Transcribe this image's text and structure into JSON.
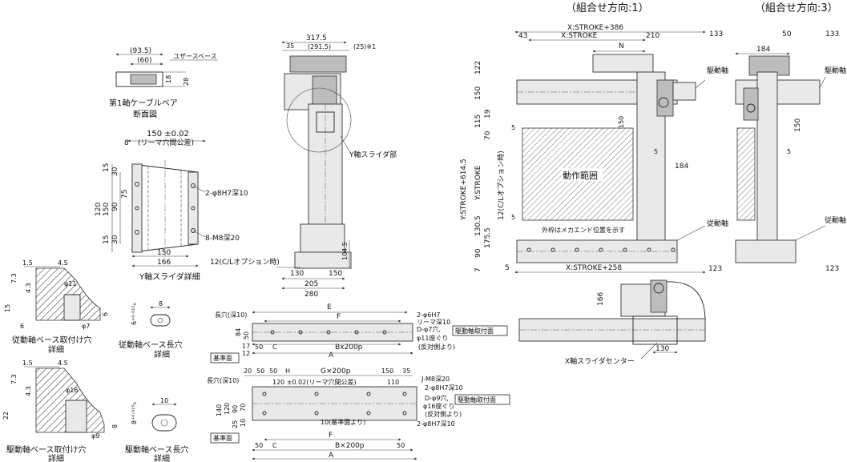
{
  "headers": {
    "dir1": "（組合せ方向:1）",
    "dir3": "（組合せ方向:3）"
  },
  "cable_bear": {
    "dim_935": "(93.5)",
    "dim_60": "(60)",
    "user_space": "ユザースペース",
    "dim_18": "18",
    "dim_28": "28",
    "title1": "第1軸ケーブルベア",
    "title2": "断面図"
  },
  "y_slider": {
    "dim_150": "150 ±0.02",
    "reamer": "(リーマ穴間公差)",
    "dim_8": "8",
    "dim_15a": "15",
    "dim_30a": "30",
    "dim_75": "75",
    "dim_120": "120",
    "dim_90": "90",
    "dim_150v": "150",
    "dim_15b": "15",
    "dim_30b": "30",
    "hole1": "2-φ8H7深10",
    "hole2": "8-M8深20",
    "dim_150b": "150",
    "dim_166": "166",
    "title": "Y軸スライダ詳細"
  },
  "driven_base": {
    "d15": "1.5",
    "d45": "4.5",
    "d73": "7.3",
    "d43": "4.3",
    "d11": "φ11",
    "d15b": "15",
    "d6": "6",
    "d7": "φ7",
    "d6b": "6",
    "title1": "従動軸ベース取付け穴",
    "title2": "詳細"
  },
  "driven_slot": {
    "tol": "6⁺⁰·⁰¹²₀",
    "d8": "8",
    "title1": "従動軸ベース長穴",
    "title2": "詳細"
  },
  "drive_base": {
    "d15": "1.5",
    "d45": "4.5",
    "d73": "7.3",
    "d43": "4.3",
    "d16": "φ16",
    "d22": "22",
    "d9": "φ9",
    "d8": "8",
    "title1": "駆動軸ベース取付け穴",
    "title2": "詳細"
  },
  "drive_slot": {
    "tol": "8⁺⁰·⁰¹⁵₀",
    "d10": "10",
    "title1": "駆動軸ベース長穴",
    "title2": "詳細"
  },
  "front_view": {
    "d3175": "317.5",
    "d35": "35",
    "d2915": "(291.5)",
    "d25": "(25)※1",
    "slider": "Y軸スライダ部",
    "d1045": "104.5",
    "cl_option": "12(C/Lオプション時)",
    "d130": "130",
    "d150": "150",
    "d205": "205",
    "d280": "280"
  },
  "base_plate1": {
    "slot": "長穴(深10)",
    "E": "E",
    "F": "F",
    "hole": "2-φ6H7",
    "reamer": "リーマ深10",
    "d84": "84",
    "d50": "50",
    "d17": "17",
    "d12": "12",
    "d50b": "50",
    "C": "C",
    "Bx": "Bx200p",
    "D": "D-φ7穴,",
    "D2": "φ11座ぐり",
    "D3": "(反対側より)",
    "drive_face": "駆動軸取付面",
    "A": "A",
    "base": "基準面"
  },
  "base_plate2": {
    "d20": "20",
    "d50a": "50",
    "d50b": "50",
    "H": "H",
    "G": "G×200p",
    "d150": "150",
    "d35": "35",
    "slot": "長穴(深10)",
    "d120": "120 ±0.02(リーマ穴間公差)",
    "d110": "110",
    "J": "J-M8深20",
    "hole1": "2-φ8H7深10",
    "d140": "140",
    "d120v": "120",
    "d90": "90",
    "d70": "70",
    "d25": "25",
    "d10": "10",
    "D": "D-φ9穴,",
    "D2": "φ16座ぐり",
    "D3": "(反対側より)",
    "drive_face": "駆動軸取付面",
    "base_ref": "10(基準面より)",
    "hole2": "2-φ8H7深10",
    "base": "基準面",
    "d50c": "50",
    "C": "C",
    "F": "F",
    "Bx": "B×200p",
    "d50d": "50",
    "A": "A"
  },
  "top_view": {
    "d43": "43",
    "xstroke386": "X:STROKE+386",
    "xstroke": "X:STROKE",
    "d210": "210",
    "d133": "133",
    "N": "N",
    "drive": "駆動軸",
    "d122": "122",
    "d150": "150",
    "d115": "115",
    "d19": "19",
    "d70": "70",
    "ystroke6145": "Y:STROKE+614.5",
    "ystroke": "Y:STROKE",
    "cl_option": "12(C/Lオプション時)",
    "d5a": "5",
    "d150b": "150",
    "d5b": "5",
    "range": "動作範囲",
    "d184": "184",
    "d5c": "5",
    "d1305": "130.5",
    "d1755": "175.5",
    "d90": "90",
    "d7": "7",
    "outer": "外枠はメカエンド位置を示す",
    "driven": "従動軸",
    "d5d": "5",
    "xstroke258": "X:STROKE+258",
    "d123": "123"
  },
  "side_view": {
    "d50": "50",
    "d133": "133",
    "d184": "184",
    "drive": "駆動軸",
    "d150": "150",
    "d5": "5",
    "driven": "従動軸",
    "d123": "123"
  },
  "x_slider": {
    "d166": "166",
    "d130": "130",
    "center": "X軸スライダセンター"
  }
}
